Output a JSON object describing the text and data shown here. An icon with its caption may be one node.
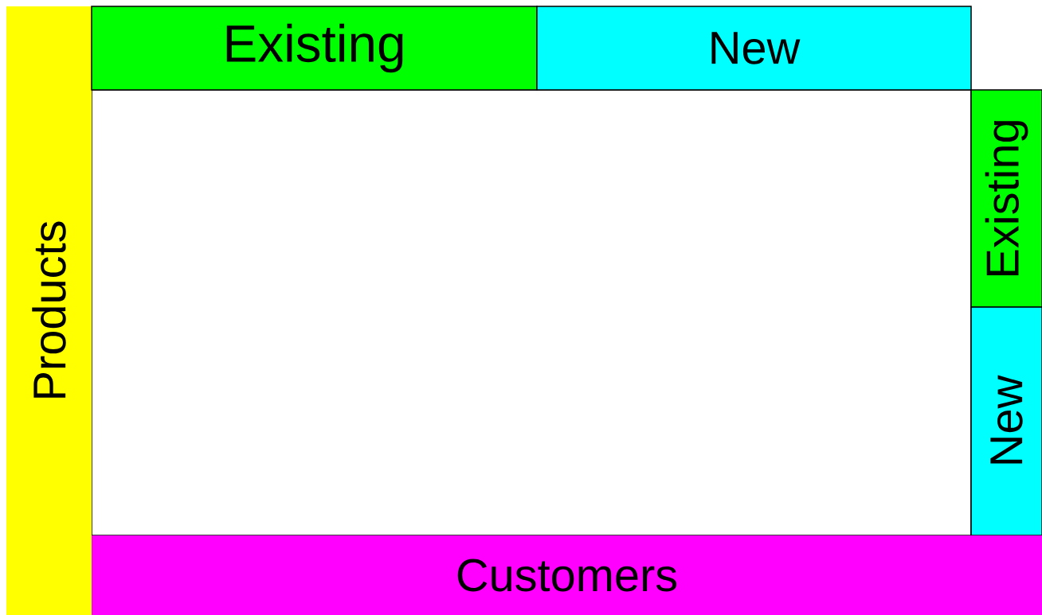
{
  "diagram": {
    "nodes": [
      {
        "text": [
          "Products"
        ]
      },
      {
        "text": [
          "Existing"
        ]
      },
      {
        "text": [
          "New"
        ]
      },
      {
        "text": [
          "Existing"
        ]
      },
      {
        "text": [
          "New"
        ]
      },
      {
        "text": [
          "Customers"
        ]
      }
    ]
  }
}
